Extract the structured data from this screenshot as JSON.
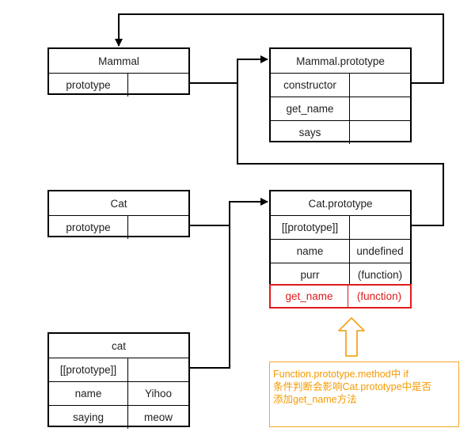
{
  "mammal": {
    "title": "Mammal",
    "rows": [
      {
        "key": "prototype",
        "value": ""
      }
    ]
  },
  "mammal_prototype": {
    "title": "Mammal.prototype",
    "rows": [
      {
        "key": "constructor",
        "value": ""
      },
      {
        "key": "get_name",
        "value": ""
      },
      {
        "key": "says",
        "value": ""
      }
    ]
  },
  "cat": {
    "title": "Cat",
    "rows": [
      {
        "key": "prototype",
        "value": ""
      }
    ]
  },
  "cat_prototype": {
    "title": "Cat.prototype",
    "rows": [
      {
        "key": "[[prototype]]",
        "value": ""
      },
      {
        "key": "name",
        "value": "undefined"
      },
      {
        "key": "purr",
        "value": "(function)"
      },
      {
        "key": "get_name",
        "value": "(function)"
      }
    ],
    "highlight_color": "#e01b1b"
  },
  "cat_instance": {
    "title": "cat",
    "rows": [
      {
        "key": "[[prototype]]",
        "value": ""
      },
      {
        "key": "name",
        "value": "Yihoo"
      },
      {
        "key": "saying",
        "value": "meow"
      }
    ]
  },
  "note": {
    "lines": [
      "Function.prototype.method中 if",
      "条件判断会影响Cat.prototype中是否",
      "添加get_name方法"
    ],
    "color": "#f5a623"
  }
}
